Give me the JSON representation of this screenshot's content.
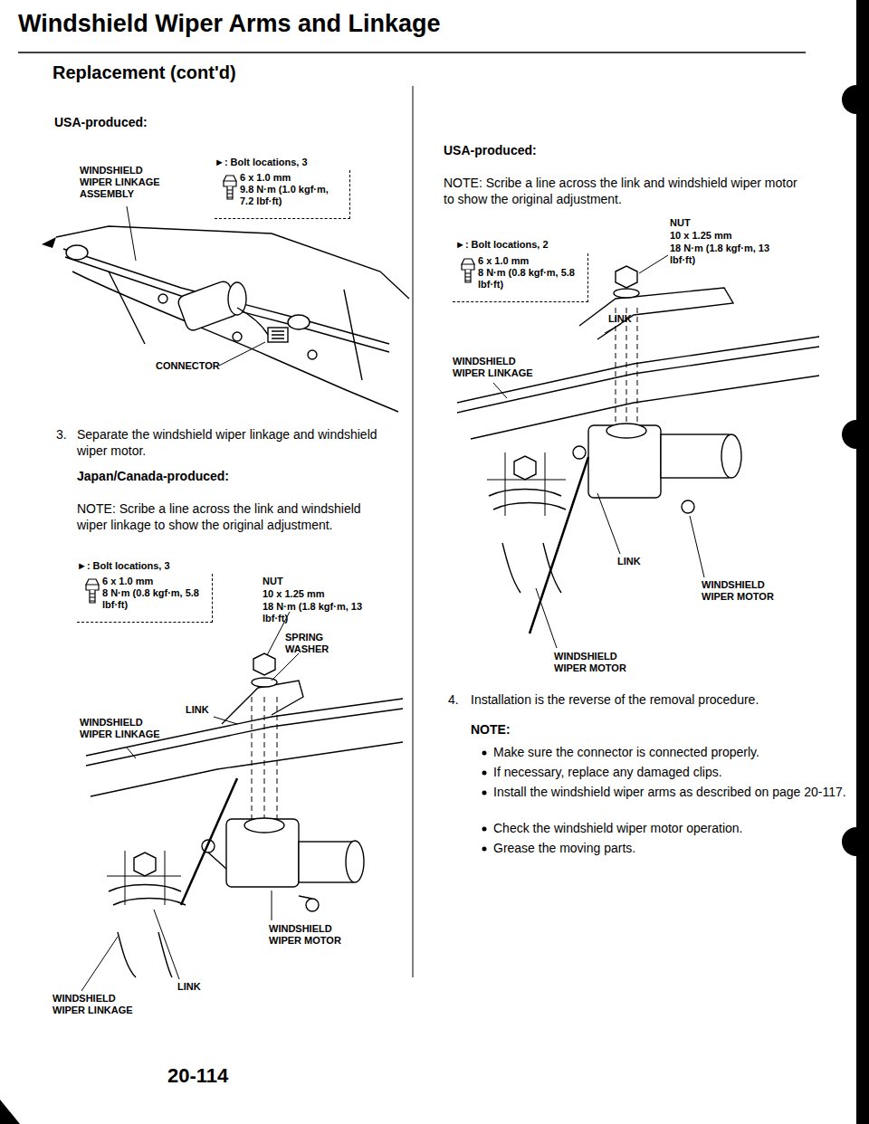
{
  "diagram": {
    "title": "Windshield Wiper Arms and Linkage",
    "nodes": [
      {
        "text": [
          "6 x 1.0 mm",
          "9.8 N·m (1.0 kgf·m, 7.2 lbf·ft)"
        ]
      },
      {
        "text": [
          "6 x 1.0 mm",
          "8 N·m (0.8 kgf·m, 5.8 lbf·ft)"
        ]
      },
      {
        "text": [
          "6 x 1.0 mm",
          "8 N·m (0.8 kgf·m, 5.8 lbf·ft)"
        ]
      }
    ],
    "labels": [
      "Replacement (cont'd)",
      "USA-produced:",
      "►: Bolt locations, 3",
      "WINDSHIELD WIPER LINKAGE ASSEMBLY",
      "CONNECTOR",
      "3.",
      "Separate the windshield wiper linkage and windshield wiper motor.",
      "Japan/Canada-produced:",
      "NOTE: Scribe a line across the link and windshield wiper linkage to show the original adjustment.",
      "►: Bolt locations, 3",
      "NUT",
      "10 x 1.25 mm",
      "18 N·m (1.8 kgf·m, 13 lbf·ft)",
      "SPRING WASHER",
      "LINK",
      "WINDSHIELD WIPER LINKAGE",
      "WINDSHIELD WIPER MOTOR",
      "LINK",
      "WINDSHIELD WIPER LINKAGE",
      "20-114",
      "USA-produced:",
      "NOTE: Scribe a line across the link and windshield wiper motor to show the original adjustment.",
      "►: Bolt locations, 2",
      "NUT",
      "10 x 1.25 mm",
      "18 N·m (1.8 kgf·m, 13 lbf·ft)",
      "LINK",
      "WINDSHIELD WIPER LINKAGE",
      "LINK",
      "WINDSHIELD WIPER MOTOR",
      "WINDSHIELD WIPER MOTOR",
      "4.",
      "Installation is the reverse of the removal procedure.",
      "NOTE:",
      "Make sure the connector is connected properly.",
      "If necessary, replace any damaged clips.",
      "Install the windshield wiper arms as described on page 20-117.",
      "Check the windshield wiper motor operation.",
      "Grease the moving parts."
    ]
  }
}
